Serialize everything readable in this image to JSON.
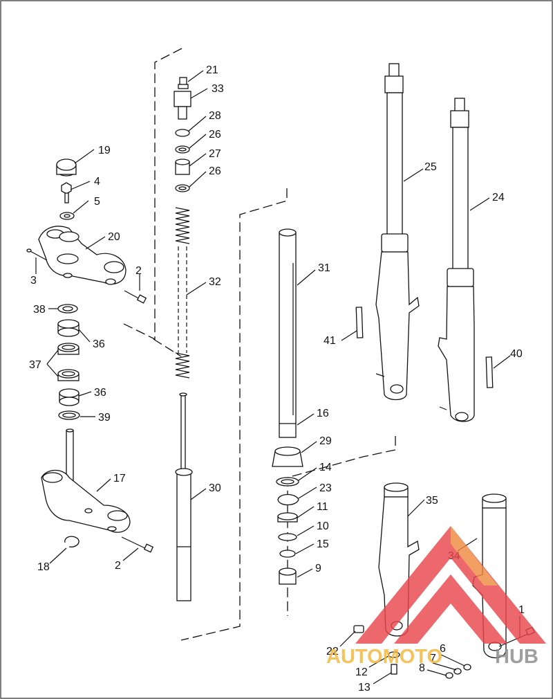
{
  "callouts": {
    "c21": "21",
    "c33": "33",
    "c28": "28",
    "c26a": "26",
    "c27": "27",
    "c26b": "26",
    "c19": "19",
    "c4": "4",
    "c5": "5",
    "c20": "20",
    "c3": "3",
    "c2a": "2",
    "c38": "38",
    "c36a": "36",
    "c37": "37",
    "c36b": "36",
    "c39": "39",
    "c17": "17",
    "c18": "18",
    "c2b": "2",
    "c32": "32",
    "c30": "30",
    "c31": "31",
    "c16": "16",
    "c29": "29",
    "c14": "14",
    "c23": "23",
    "c11": "11",
    "c10": "10",
    "c15": "15",
    "c9": "9",
    "c25": "25",
    "c24": "24",
    "c41": "41",
    "c40": "40",
    "c35": "35",
    "c34": "34",
    "c1": "1",
    "c22": "22",
    "c6": "6",
    "c7": "7",
    "c8": "8",
    "c12": "12",
    "c13": "13"
  },
  "watermark": {
    "auto": "AUTOMOTO",
    "hub": "HUB",
    "red": "#e8474c",
    "yellow": "#f2b73a",
    "gray": "#8a8a8a"
  }
}
